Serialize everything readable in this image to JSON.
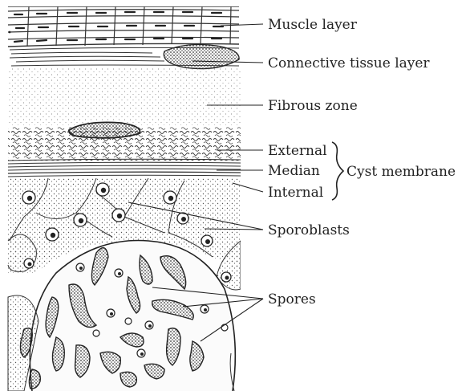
{
  "labels": {
    "muscle_layer": "Muscle layer",
    "connective_tissue_layer": "Connective tissue layer",
    "fibrous_zone": "Fibrous zone",
    "external": "External",
    "median": "Median",
    "internal": "Internal",
    "cyst_membrane": "Cyst membrane",
    "sporoblasts": "Sporoblasts",
    "spores": "Spores"
  },
  "colors": {
    "ink": "#222222",
    "stipple": "#555555",
    "background": "#ffffff"
  }
}
